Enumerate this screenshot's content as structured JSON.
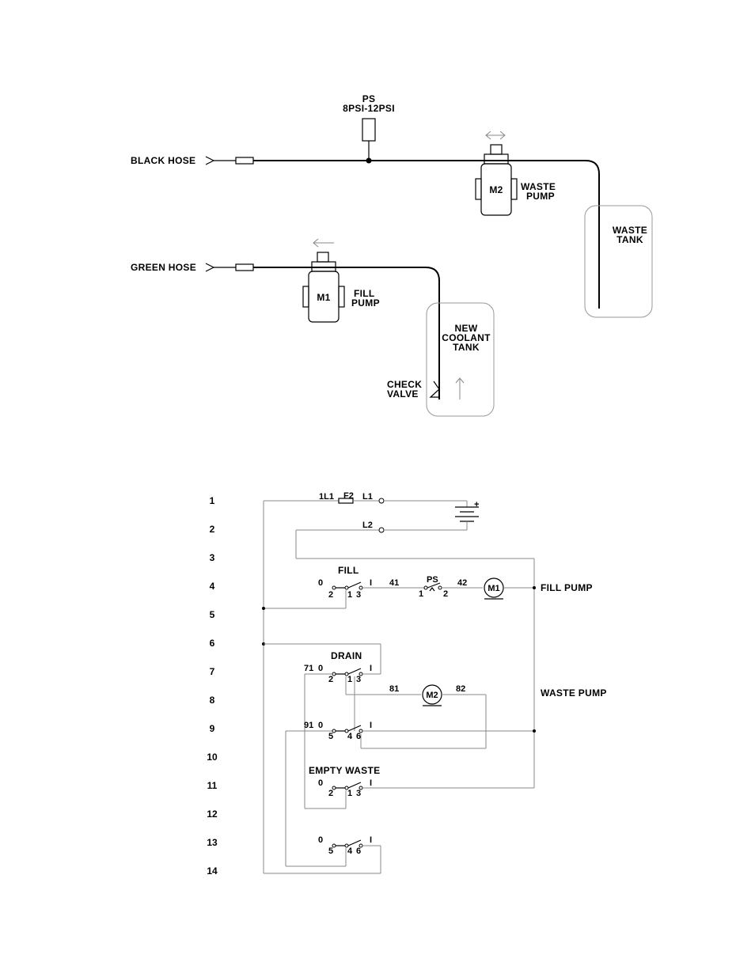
{
  "hydraulic": {
    "ps_label": "PS",
    "ps_range": "8PSI-12PSI",
    "black_hose": "BLACK HOSE",
    "green_hose": "GREEN HOSE",
    "m2": "M2",
    "waste_pump_1": "WASTE",
    "waste_pump_2": "PUMP",
    "m1": "M1",
    "fill_pump_1": "FILL",
    "fill_pump_2": "PUMP",
    "waste_tank_1": "WASTE",
    "waste_tank_2": "TANK",
    "new_tank_1": "NEW",
    "new_tank_2": "COOLANT",
    "new_tank_3": "TANK",
    "check_1": "CHECK",
    "check_2": "VALVE"
  },
  "electrical": {
    "rows": [
      "1",
      "2",
      "3",
      "4",
      "5",
      "6",
      "7",
      "8",
      "9",
      "10",
      "11",
      "12",
      "13",
      "14"
    ],
    "w_1l1": "1L1",
    "w_f2": "F2",
    "w_l1": "L1",
    "w_l2": "L2",
    "plus": "+",
    "fill_switch": "FILL",
    "pos_0": "0",
    "pos_i": "I",
    "t2": "2",
    "t1": "1",
    "t3": "3",
    "t5": "5",
    "t4": "4",
    "t6": "6",
    "w_41": "41",
    "ps": "PS",
    "ps_1": "1",
    "ps_2": "2",
    "w_42": "42",
    "m1": "M1",
    "fill_pump_out": "FILL PUMP",
    "drain_switch": "DRAIN",
    "w_71": "71",
    "w_81": "81",
    "m2": "M2",
    "w_82": "82",
    "waste_pump_out": "WASTE PUMP",
    "w_91": "91",
    "empty_waste_switch": "EMPTY WASTE"
  }
}
